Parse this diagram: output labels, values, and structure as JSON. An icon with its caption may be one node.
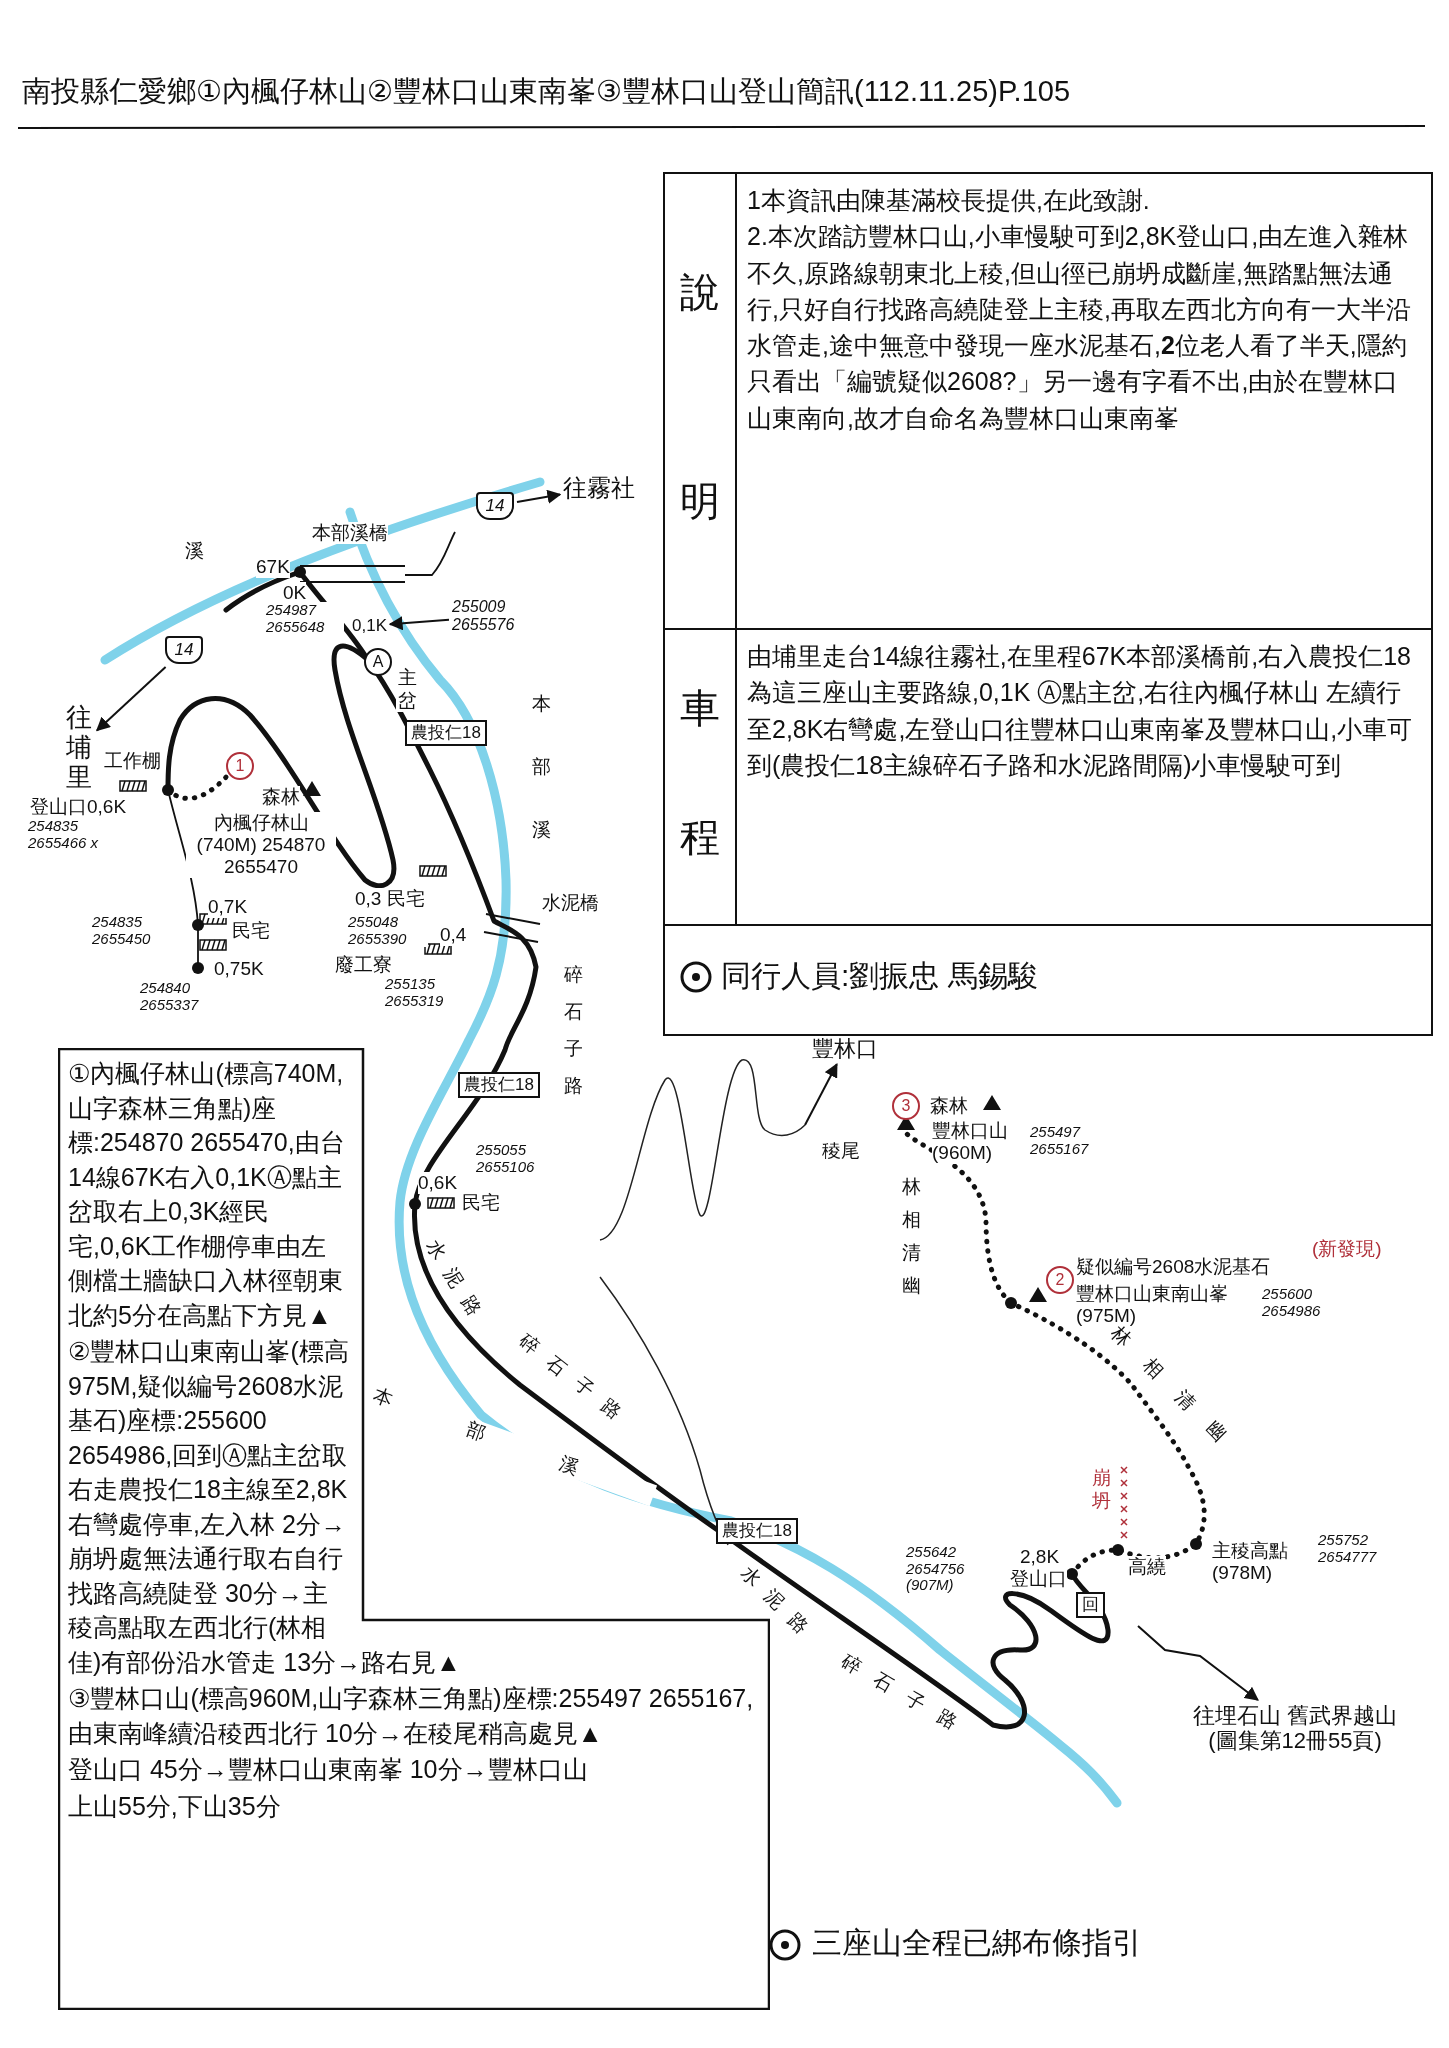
{
  "diagram": {
    "title": "南投縣仁愛鄉①內楓仔林山②豐林口山東南峯③豐林口山登山簡訊(112.11.25)P.105",
    "nodes": [
      {
        "text": [
          "說明",
          "1本資訊由陳基滿校長提供,在此致謝.",
          "2.本次踏訪豐林口山,小車慢駛可到2,8K登山口,由左進入雜林不久,原路線朝東北上稜,但山徑已崩坍成斷崖,無踏點無法通行,只好自行找路高繞陡登上主稜,再取左西北方向有一大半沿水管走,途中無意中發現一座水泥基石,**2**位老人看了半天,隱約只看出「編號疑似2608?」另一邊有字看不出,由於在豐林口山東南向,故才自命名為豐林口山東南峯"
        ]
      },
      {
        "text": [
          "車程",
          "由埔里走台14線往霧社,在里程67K本部溪橋前,右入農投仁18為這三座山主要路線,0,1K Ⓐ點主岔,右往內楓仔林山 左續行至2,8K右彎處,左登山口往豐林口山東南峯及豐林口山,小車可到(農投仁18主線碎石子路和水泥路間隔)小車慢駛可到"
        ]
      },
      {
        "text": [
          "同行人員:劉振忠 馬錫駿"
        ]
      },
      {
        "text": [
          "①內楓仔林山(標高740M,山字森林三角點)座標:254870 2655470,由台14線67K右入0,1KⒶ點主岔取右上0,3K經民宅,0,6K工作棚停車由左側檔土牆缺口入林徑朝東北約5分在高點下方見▲",
          "②豐林口山東南山峯(標高975M,疑似編号2608水泥基石)座標:255600 2654986,回到Ⓐ點主岔取右走農投仁18主線至2,8K右彎處停車,左入林 2分→崩坍處無法通行取右自行找路高繞陡登 30分→主稜高點取左西北行(林相佳)有部份沿水管走 13分→路右見▲",
          "③豐林口山(標高960M,山字森林三角點)座標:255497 2655167,由東南峰續沿稜西北行 10分→在稜尾稍高處見▲",
          "登山口 45分→豐林口山東南峯 10分→豐林口山",
          "上山55分,下山35分"
        ]
      },
      {
        "text": [
          "往霧社"
        ]
      },
      {
        "text": [
          "14"
        ]
      },
      {
        "text": [
          "14"
        ]
      },
      {
        "text": [
          "往埔里"
        ]
      },
      {
        "text": [
          "豐林口"
        ]
      },
      {
        "text": [
          "往埋石山 舊武界越山",
          "(圖集第12冊55頁)"
        ]
      },
      {
        "text": [
          "255009 2655576"
        ]
      },
      {
        "text": [
          "0,1K"
        ]
      }
    ],
    "edges": [
      {
        "from": 5,
        "to": 4,
        "arrow": "to"
      },
      {
        "from": 6,
        "to": 7,
        "arrow": "to"
      },
      {
        "from": null,
        "to": 8,
        "arrow": "to"
      },
      {
        "from": null,
        "to": 9,
        "arrow": "to"
      },
      {
        "from": 10,
        "to": 11,
        "arrow": "to"
      }
    ],
    "labels": [
      "溪",
      "本部溪橋",
      "67K",
      "0K",
      "254987 2655648",
      "A",
      "主岔",
      "本部溪",
      "農投仁18",
      "工作棚",
      "登山口0,6K",
      "254835 2655466 x",
      "1",
      "森林",
      "內楓仔林山 (740M) 254870 2655470",
      "0,3 民宅",
      "255048 2655390",
      "0,4",
      "廢工寮",
      "255135 2655319",
      "水泥橋",
      "碎石子路",
      "0,7K",
      "254835 2655450",
      "民宅",
      "0,75K",
      "254840 2655337",
      "農投仁18",
      "0,6K",
      "255055 2655106",
      "民宅",
      "水泥路",
      "碎石子路",
      "本部溪",
      "農投仁18",
      "水泥路",
      "碎石子路",
      "3",
      "森林",
      "豐林口山 (960M)",
      "255497 2655167",
      "稜尾",
      "林相清幽",
      "2",
      "疑似編号2608水泥基石",
      "(新發現)",
      "豐林口山東南山峯 (975M)",
      "255600 2654986",
      "林相清幽",
      "崩坍",
      "高繞",
      "主稜高點 (978M)",
      "255752 2654777",
      "255642 2654756 (907M)",
      "2,8K",
      "登山口",
      "回",
      "三座山全程已綁布條指引"
    ]
  }
}
